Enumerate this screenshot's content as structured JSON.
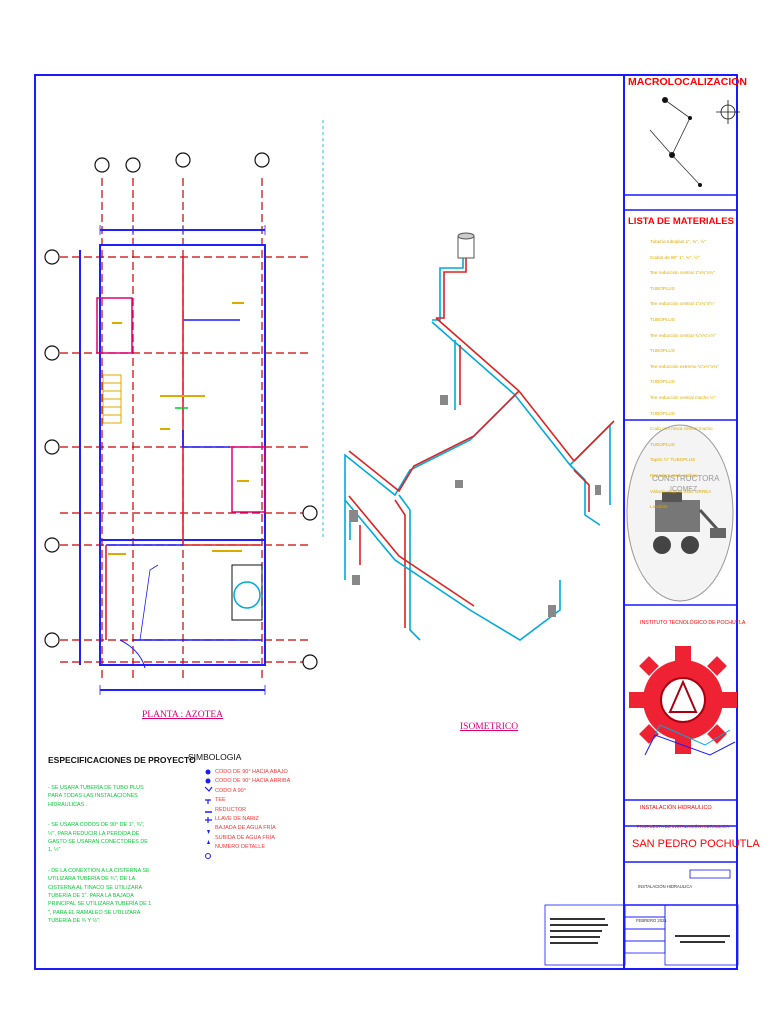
{
  "colors": {
    "frame": "#1a1aff",
    "axis": "#cc0000",
    "pipe_hot": "#dd2222",
    "pipe_cold": "#00aadd",
    "wall": "#2020ff",
    "magenta": "#dd0077",
    "green_text": "#00cc33",
    "yellow_text": "#ddaa00",
    "red_title": "#ff0000"
  },
  "macro": {
    "title": "MACROLOCALIZACION"
  },
  "materials": {
    "title": "LISTA DE MATERIALES",
    "items": [
      "Tubería tuboplus 1\", ¾\", ½\"",
      "Codos de 90° 1\", ¾\", ½\"",
      "Tee reducción central 1\"x¾\"x¾\" TUBOPLUS",
      "Tee reducción central 1\"x¾\"x½\" TUBOPLUS",
      "Tee reducción central ¾\"x¾\"x½\" TUBOPLUS",
      "Tee reducción extremo ¾\"x½\"x¾\" TUBOPLUS",
      "Tee reducción central macho ½\" TUBOPLUS",
      "Codo mm rosca central macho TUBOPLUS",
      "Tapón ½\" TUBOPLUS",
      "Regadera mod. antiligo",
      "Válvula esquina mod. URREA",
      "Lavabos"
    ]
  },
  "logo": {
    "line1": "CONSTRUCTORA",
    "line2": "ICOMEZ"
  },
  "institute": {
    "name": "INSTITUTO TECNOLÓGICO DE POCHUTLA"
  },
  "project": {
    "title": "INSTALACIÓN HIDRAULICO",
    "subtitle": "PROPUESTA DE INSTALACIÓN HIDRAULICA",
    "location": "SAN PEDRO POCHUTLA"
  },
  "drawing_labels": {
    "plan_title": "PLANTA : AZOTEA",
    "iso_title": "ISOMETRICO"
  },
  "specs": {
    "title": "ESPECIFICACIONES DE PROYECTO",
    "paragraphs": [
      "- SE USARA TUBERÍA DE TUBO PLUS PARA TODAS LAS INSTALACIONES HIDRÁULICAS .",
      "- SE USARA CODOS DE 90° DE 1\", ¾\", ½\", PARA REDUCIR LA PERDIDA DE GASTO SE USARAN CONECTORES DE 1, ½\"",
      "- DE LA CONEXTION A LA CISTERNA SE UTILIZARA TUBERÍA DE ¾\", DE LA CISTERNA AL TINACO SE UTILIZARA TUBERÍA DE 1\". PARA LA BAJADA PRINCIPAL SE UTILIZARA TUBERÍA DE 1 \", PARA EL RAMALEO SE UTILIZARA TUBERÍA DE ¾ Y ½\"."
    ]
  },
  "symbology": {
    "title": "SIMBOLOGIA",
    "items": [
      "CODO DE 90° HACIA ABAJO",
      "CODO DE 90° HACIA ARRIBA",
      "CODO A 90°",
      "TEE",
      "REDUCTOR",
      "LLAVE DE NARIZ",
      "BAJADA DE AGUA FRÍA",
      "SUBIDA DE AGUA FRÍA",
      "NUMERO DETALLE"
    ]
  },
  "titleblock": {
    "drawing_label": "INSTALACIÓN HIDRAULICA",
    "date": "FEBRERO 2021"
  }
}
